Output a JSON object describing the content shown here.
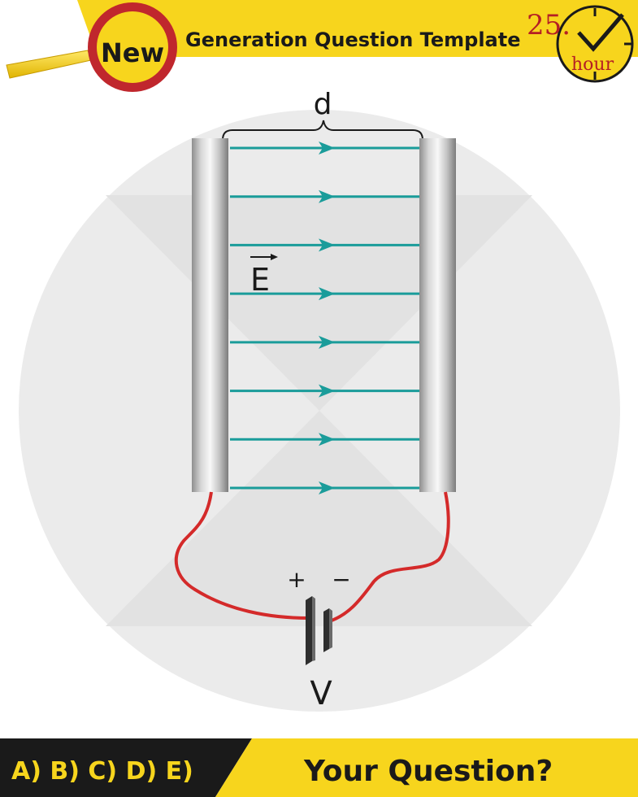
{
  "header": {
    "badge_text": "New",
    "title": "Generation Question Template",
    "badge_number": "25.",
    "badge_unit": "hour"
  },
  "diagram": {
    "separation_label": "d",
    "field_label": "E",
    "plus_sign": "+",
    "minus_sign": "−",
    "voltage_label": "V",
    "field_line_count": 8
  },
  "footer": {
    "options": "A) B) C) D) E)",
    "question": "Your Question?"
  },
  "colors": {
    "accent_yellow": "#f7d51d",
    "field_line": "#1a9c9a",
    "wire": "#d42a2a",
    "badge_red": "#b51f24",
    "dark": "#1a1a1a"
  }
}
